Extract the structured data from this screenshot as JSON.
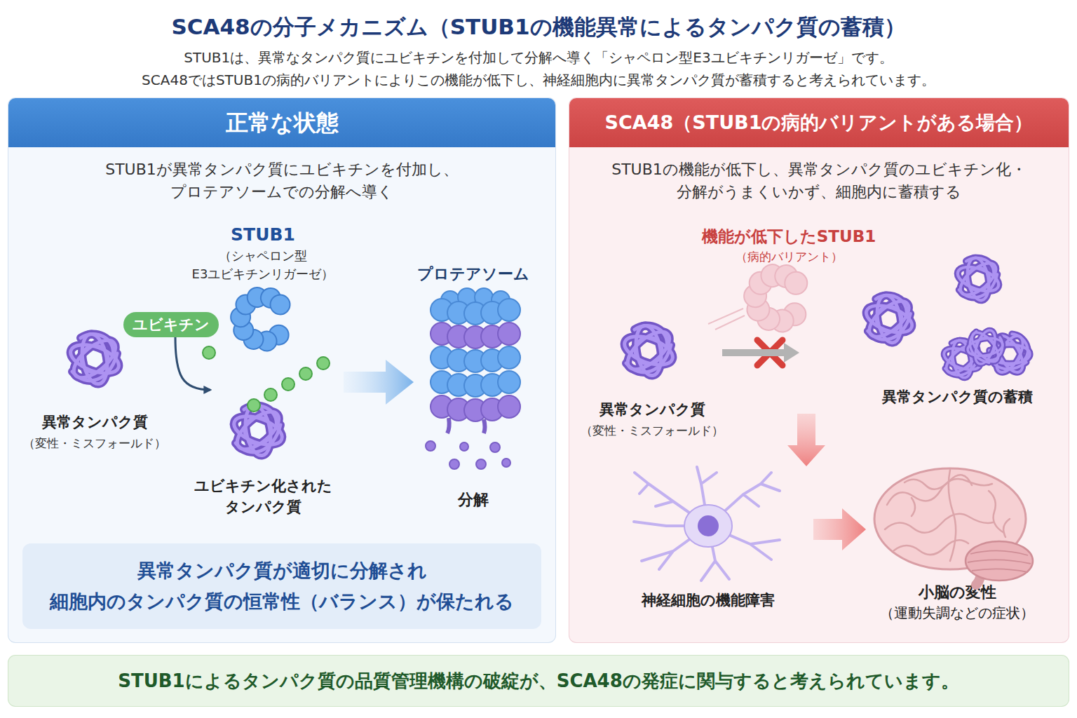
{
  "diagram": {
    "title": "SCA48の分子メカニズム（STUB1の機能異常によるタンパク質の蓄積）",
    "nodes": [
      {
        "text": [
          "正常な状態",
          "STUB1が異常タンパク質にユビキチンを付加し、 プロテアソームでの分解へ導く"
        ]
      },
      {
        "text": [
          "異常タンパク質",
          "（変性・ミスフォールド）"
        ],
        "in": 0
      },
      {
        "text": [
          "STUB1",
          "（シャペロン型 E3ユビキチンリガーゼ）"
        ],
        "in": 0
      },
      {
        "text": [
          "ユビキチン"
        ],
        "in": 0
      },
      {
        "text": [
          "ユビキチン化された タンパク質"
        ],
        "in": 0
      },
      {
        "text": [
          "プロテアソーム",
          "分解"
        ],
        "in": 0
      },
      {
        "text": [
          "異常タンパク質が適切に分解され 細胞内のタンパク質の恒常性（バランス）が保たれる"
        ],
        "in": 0
      },
      {
        "text": [
          "SCA48（STUB1の病的バリアントがある場合）",
          "STUB1の機能が低下し、異常タンパク質のユビキチン化・ 分解がうまくいかず、細胞内に蓄積する"
        ]
      },
      {
        "text": [
          "機能が低下したSTUB1",
          "（病的バリアント）"
        ],
        "in": 7
      },
      {
        "text": [
          "異常タンパク質",
          "（変性・ミスフォールド）"
        ],
        "in": 7
      },
      {
        "text": [
          "異常タンパク質の蓄積"
        ],
        "in": 7
      },
      {
        "text": [
          "神経細胞の機能障害"
        ],
        "in": 7
      },
      {
        "text": [
          "小脳の変性",
          "（運動失調などの症状）"
        ],
        "in": 7
      },
      {
        "text": [
          "STUB1によるタンパク質の品質管理機構の破綻が、SCA48の発症に関与すると考えられています。"
        ]
      }
    ],
    "edges": [
      {
        "from": 3,
        "to": 4,
        "arrow": "to"
      },
      {
        "from": 4,
        "to": 5,
        "arrow": "to"
      },
      {
        "from": 9,
        "to": 10,
        "arrow": "to"
      },
      {
        "from": 10,
        "to": 11,
        "arrow": "to"
      },
      {
        "from": 11,
        "to": 12,
        "arrow": "to"
      }
    ],
    "labels": [
      "STUB1は、異常なタンパク質にユビキチンを付加して分解へ導く「シャペロン型E3ユビキチンリガーゼ」です。 SCA48ではSTUB1の病的バリアントによりこの機能が低下し、神経細胞内に異常タンパク質が蓄積すると考えられています。"
    ]
  }
}
